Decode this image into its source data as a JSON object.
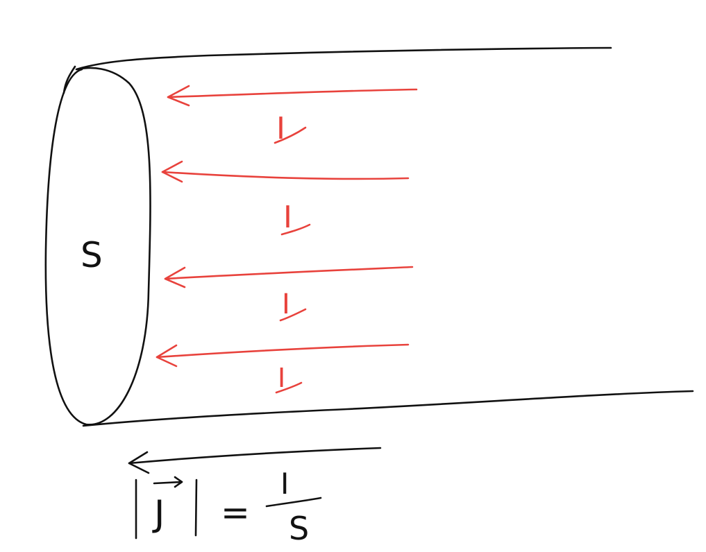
{
  "diagram": {
    "surface_label": "S",
    "current_labels": [
      "I",
      "I",
      "I",
      "I"
    ],
    "formula": {
      "lhs": "|J|",
      "vector_symbol": "J",
      "equals": "=",
      "numerator": "I",
      "denominator": "S"
    },
    "colors": {
      "ink": "#111111",
      "current": "#e8423c",
      "background": "#ffffff"
    }
  }
}
